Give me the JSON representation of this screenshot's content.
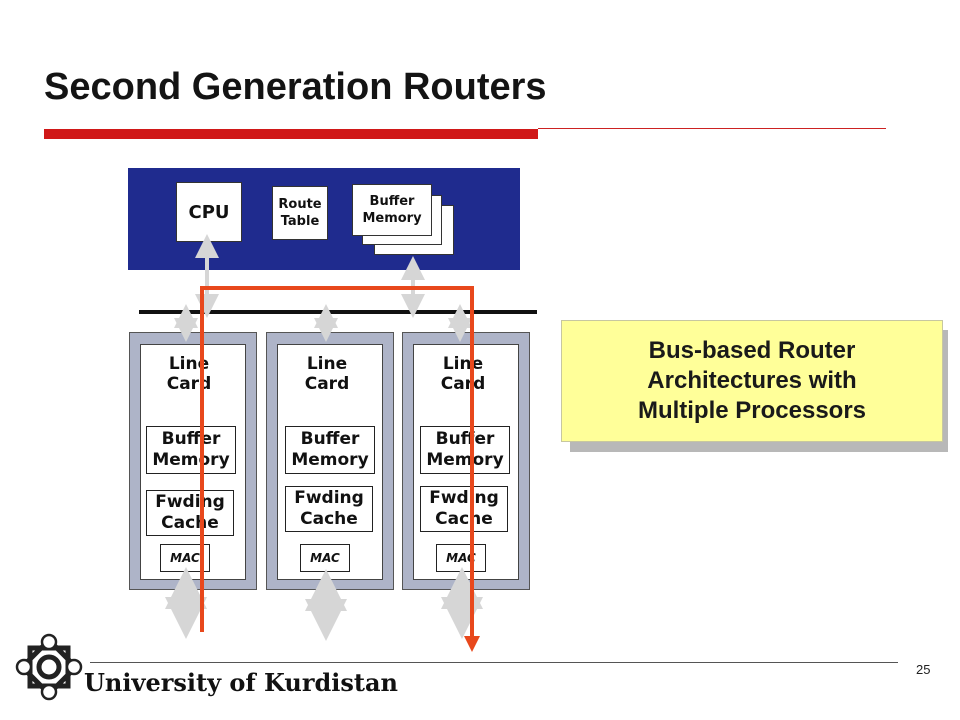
{
  "slide": {
    "title": "Second Generation Routers",
    "page_number": "25"
  },
  "top_panel": {
    "cpu": "CPU",
    "route_table": [
      "Route",
      "Table"
    ],
    "buffer_memory": [
      "Buffer",
      "Memory"
    ]
  },
  "line_cards": [
    {
      "label": [
        "Line",
        "Card"
      ],
      "buffer": [
        "Buffer",
        "Memory"
      ],
      "fwding": [
        "Fwding",
        "Cache"
      ],
      "mac": "MAC"
    },
    {
      "label": [
        "Line",
        "Card"
      ],
      "buffer": [
        "Buffer",
        "Memory"
      ],
      "fwding": [
        "Fwding",
        "Cache"
      ],
      "mac": "MAC"
    },
    {
      "label": [
        "Line",
        "Card"
      ],
      "buffer": [
        "Buffer",
        "Memory"
      ],
      "fwding": [
        "Fwding",
        "Cache"
      ],
      "mac": "MAC"
    }
  ],
  "callout": {
    "text": [
      "Bus-based Router",
      "Architectures with",
      "Multiple Processors"
    ]
  },
  "footer": {
    "institution": "University of Kurdistan"
  },
  "colors": {
    "panel_blue": "#1f2b8e",
    "accent_red": "#d01818",
    "flow_arrow": "#e8481c",
    "callout_yellow": "#ffff99",
    "card_grey": "#aeb4c8"
  }
}
